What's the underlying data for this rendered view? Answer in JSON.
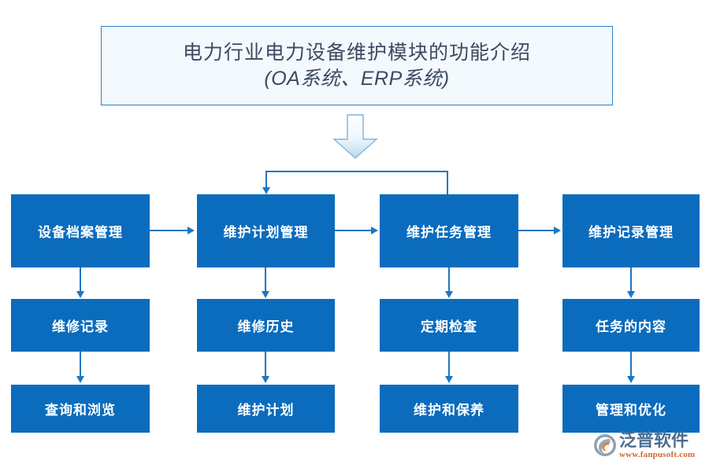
{
  "diagram": {
    "title": {
      "line1": "电力行业电力设备维护模块的功能介绍",
      "line2": "(OA系统、ERP系统)"
    },
    "colors": {
      "box_fill": "#0b6cbd",
      "box_text": "#ffffff",
      "connector": "#1f76c2",
      "title_border": "#2e82c8",
      "title_fill": "#f3f9fc",
      "title_text": "#3c4a63",
      "logo_name": "#4c6e93",
      "logo_url": "#d2692a"
    },
    "columns": [
      {
        "key": "equipment-archive",
        "row1": "设备档案管理",
        "row2": "维修记录",
        "row3": "查询和浏览"
      },
      {
        "key": "maintenance-plan",
        "row1": "维护计划管理",
        "row2": "维修历史",
        "row3": "维护计划"
      },
      {
        "key": "maintenance-task",
        "row1": "维护任务管理",
        "row2": "定期检查",
        "row3": "维护和保养"
      },
      {
        "key": "maintenance-record",
        "row1": "维护记录管理",
        "row2": "任务的内容",
        "row3": "管理和优化"
      }
    ],
    "arrows": {
      "main_down_arrow": "down-block-arrow",
      "flow_right_1": "arrow-right",
      "flow_right_2": "arrow-right",
      "flow_right_3": "arrow-right",
      "bracket": "bracket-connector"
    }
  },
  "watermark": {
    "brand": "泛普软件",
    "url": "www.fanpusoft.com",
    "mark": "fanpu-logo-icon"
  }
}
